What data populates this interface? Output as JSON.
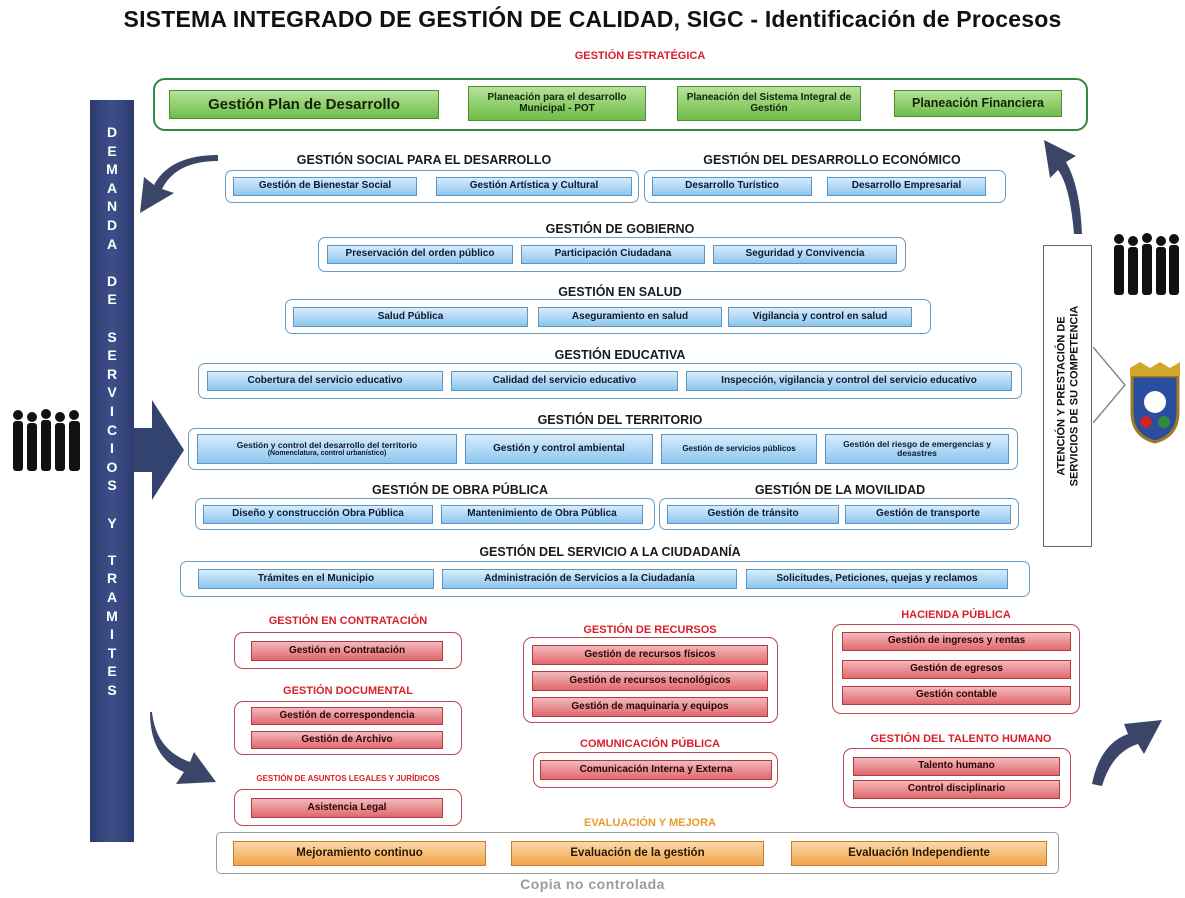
{
  "title": "SISTEMA INTEGRADO DE GESTIÓN DE CALIDAD, SIGC - Identificación de Procesos",
  "vertical_bar_text": "DEMANDA DE SERVICIOS Y TRAMITES",
  "right_box_lines": [
    "ATENCIÓN Y PRESTACIÓN DE",
    "SERVICIOS DE SU COMPETENCIA"
  ],
  "footer": "Copia no controlada",
  "colors": {
    "strategic": "#2f8a3b",
    "misional": "#6a9ec4",
    "apoyo": "#d8202a",
    "evaluacion": "#e89a2c",
    "bar": "#2d3b6e"
  },
  "estrategica": {
    "head": "GESTIÓN ESTRATÉGICA",
    "items": [
      "Gestión Plan de Desarrollo",
      "Planeación para el desarrollo Municipal - POT",
      "Planeación del Sistema Integral de Gestión",
      "Planeación Financiera"
    ]
  },
  "social": {
    "head": "GESTIÓN SOCIAL PARA EL DESARROLLO",
    "items": [
      "Gestión de Bienestar Social",
      "Gestión Artística y Cultural"
    ]
  },
  "economico": {
    "head": "GESTIÓN DEL DESARROLLO ECONÓMICO",
    "items": [
      "Desarrollo Turístico",
      "Desarrollo Empresarial"
    ]
  },
  "gobierno": {
    "head": "GESTIÓN DE GOBIERNO",
    "items": [
      "Preservación del orden público",
      "Participación Ciudadana",
      "Seguridad y Convivencia"
    ]
  },
  "salud": {
    "head": "GESTIÓN EN SALUD",
    "items": [
      "Salud Pública",
      "Aseguramiento en salud",
      "Vigilancia y control en salud"
    ]
  },
  "educativa": {
    "head": "GESTIÓN EDUCATIVA",
    "items": [
      "Cobertura del servicio educativo",
      "Calidad del servicio educativo",
      "Inspección, vigilancia y control del servicio educativo"
    ]
  },
  "territorio": {
    "head": "GESTIÓN DEL TERRITORIO",
    "item1_main": "Gestión y control del desarrollo del territorio",
    "item1_sub": "(Nomenclatura, control urbanístico)",
    "items": [
      "Gestión y control ambiental",
      "Gestión de servicios públicos",
      "Gestión del riesgo de emergencias y desastres"
    ]
  },
  "obra": {
    "head": "GESTIÓN DE OBRA PÚBLICA",
    "items": [
      "Diseño y construcción Obra Pública",
      "Mantenimiento de Obra Pública"
    ]
  },
  "movilidad": {
    "head": "GESTIÓN DE LA MOVILIDAD",
    "items": [
      "Gestión de tránsito",
      "Gestión de transporte"
    ]
  },
  "ciudadania": {
    "head": "GESTIÓN DEL SERVICIO A LA CIUDADANÍA",
    "items": [
      "Trámites en el Municipio",
      "Administración de Servicios a la Ciudadanía",
      "Solicitudes, Peticiones, quejas y reclamos"
    ]
  },
  "contratacion": {
    "head": "GESTIÓN EN CONTRATACIÓN",
    "items": [
      "Gestión en Contratación"
    ]
  },
  "documental": {
    "head": "GESTIÓN DOCUMENTAL",
    "items": [
      "Gestión de correspondencia",
      "Gestión de Archivo"
    ]
  },
  "legales": {
    "head": "GESTIÓN DE ASUNTOS LEGALES Y JURÍDICOS",
    "items": [
      "Asistencia Legal"
    ]
  },
  "recursos": {
    "head": "GESTIÓN DE RECURSOS",
    "items": [
      "Gestión de recursos físicos",
      "Gestión de recursos tecnológicos",
      "Gestión de maquinaria y equipos"
    ]
  },
  "comunicacion": {
    "head": "COMUNICACIÓN PÚBLICA",
    "items": [
      "Comunicación Interna y Externa"
    ]
  },
  "hacienda": {
    "head": "HACIENDA PÚBLICA",
    "items": [
      "Gestión de ingresos y rentas",
      "Gestión de egresos",
      "Gestión contable"
    ]
  },
  "talento": {
    "head": "GESTIÓN DEL TALENTO HUMANO",
    "items": [
      "Talento humano",
      "Control disciplinario"
    ]
  },
  "evaluacion": {
    "head": "EVALUACIÓN Y MEJORA",
    "items": [
      "Mejoramiento continuo",
      "Evaluación de la gestión",
      "Evaluación Independiente"
    ]
  }
}
